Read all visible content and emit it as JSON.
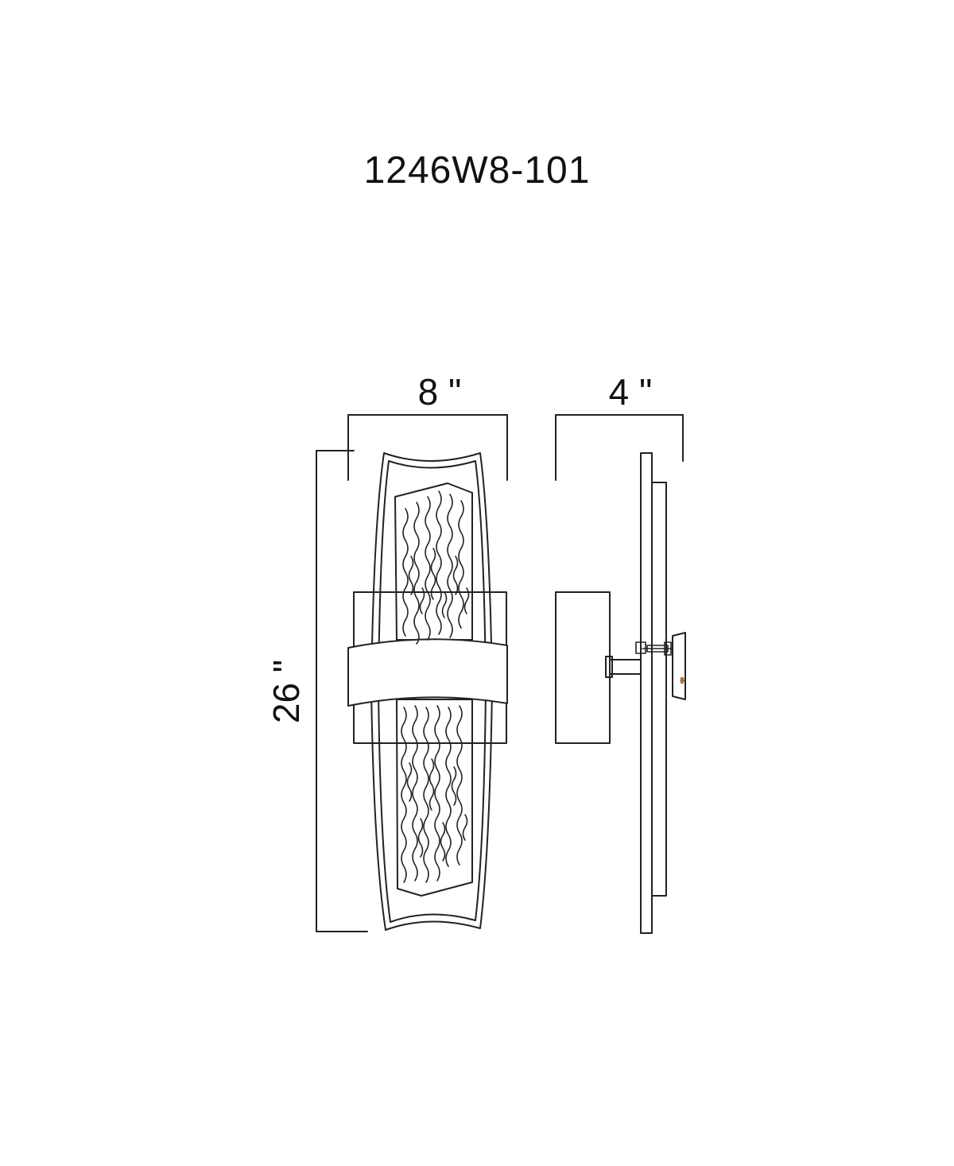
{
  "title": "1246W8-101",
  "dimensions": {
    "width": "8 \"",
    "depth": "4 \"",
    "height": "26 \""
  },
  "colors": {
    "line": "#222222",
    "background": "#ffffff"
  }
}
